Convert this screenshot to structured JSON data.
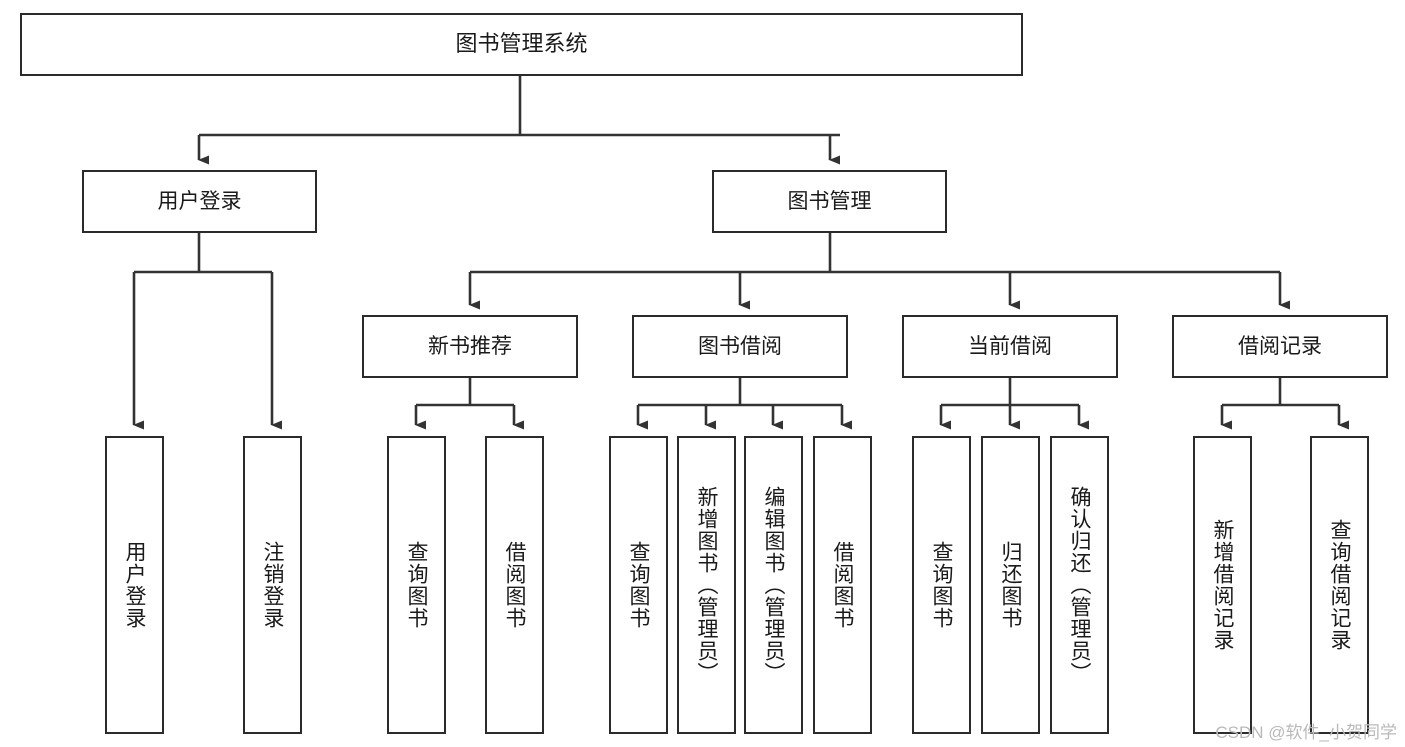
{
  "diagram": {
    "title": "图书管理系统",
    "type": "hierarchy-tree",
    "orientation": "top-down",
    "levels": 4,
    "colors": {
      "box_border": "#2b2b2b",
      "box_fill": "#ffffff",
      "connector": "#333333",
      "text": "#1a1a1a",
      "watermark": "#b9b9b9",
      "background": "#ffffff"
    },
    "root": {
      "label": "图书管理系统"
    },
    "level2": [
      {
        "label": "用户登录"
      },
      {
        "label": "图书管理"
      }
    ],
    "level3": [
      {
        "label": "新书推荐"
      },
      {
        "label": "图书借阅"
      },
      {
        "label": "当前借阅"
      },
      {
        "label": "借阅记录"
      }
    ],
    "leaves": {
      "user_login": [
        {
          "label": "用户登录"
        },
        {
          "label": "注销登录"
        }
      ],
      "new_book_recommend": [
        {
          "label": "查询图书"
        },
        {
          "label": "借阅图书"
        }
      ],
      "book_borrow": [
        {
          "label": "查询图书"
        },
        {
          "label": "新增图书（管理员）"
        },
        {
          "label": "编辑图书（管理员）"
        },
        {
          "label": "借阅图书"
        }
      ],
      "current_borrow": [
        {
          "label": "查询图书"
        },
        {
          "label": "归还图书"
        },
        {
          "label": "确认归还（管理员）"
        }
      ],
      "borrow_record": [
        {
          "label": "新增借阅记录"
        },
        {
          "label": "查询借阅记录"
        }
      ]
    }
  },
  "watermark": {
    "text": "CSDN @软件_小贺同学"
  }
}
